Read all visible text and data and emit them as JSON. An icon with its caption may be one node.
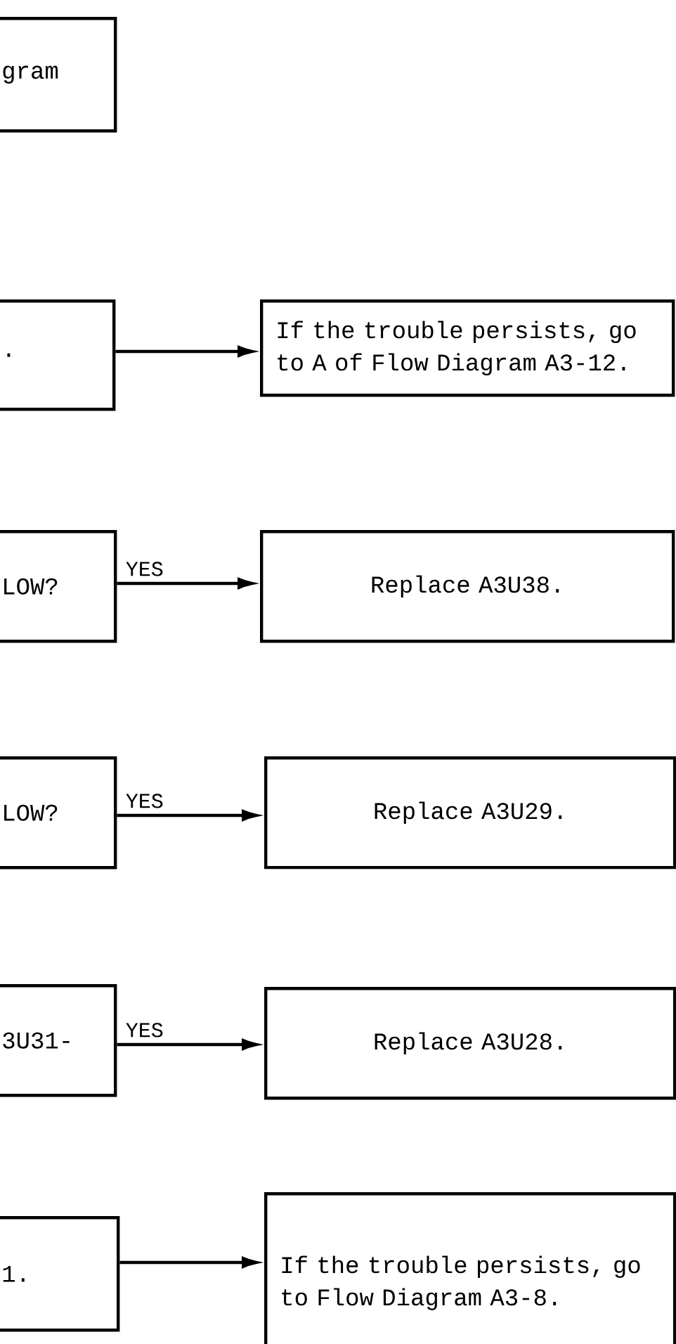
{
  "diagram": {
    "nodes": [
      {
        "text": [
          "gram"
        ]
      },
      {
        "text": [
          "."
        ]
      },
      {
        "text": [
          "If the trouble persists, go to A of Flow Diagram A3-12."
        ]
      },
      {
        "text": [
          "LOW?"
        ]
      },
      {
        "text": [
          "Replace A3U38."
        ]
      },
      {
        "text": [
          "LOW?"
        ]
      },
      {
        "text": [
          "Replace A3U29."
        ]
      },
      {
        "text": [
          "3U31-"
        ]
      },
      {
        "text": [
          "Replace A3U28."
        ]
      },
      {
        "text": [
          "1."
        ]
      },
      {
        "text": [
          "If the trouble persists, go to Flow Diagram A3-8."
        ]
      }
    ],
    "edges": [
      {
        "from": 1,
        "to": 2,
        "arrow": "to"
      },
      {
        "from": 3,
        "to": 4,
        "arrow": "to",
        "label": "YES"
      },
      {
        "from": 5,
        "to": 6,
        "arrow": "to",
        "label": "YES"
      },
      {
        "from": 7,
        "to": 8,
        "arrow": "to",
        "label": "YES"
      },
      {
        "from": 9,
        "to": 10,
        "arrow": "to"
      }
    ]
  }
}
